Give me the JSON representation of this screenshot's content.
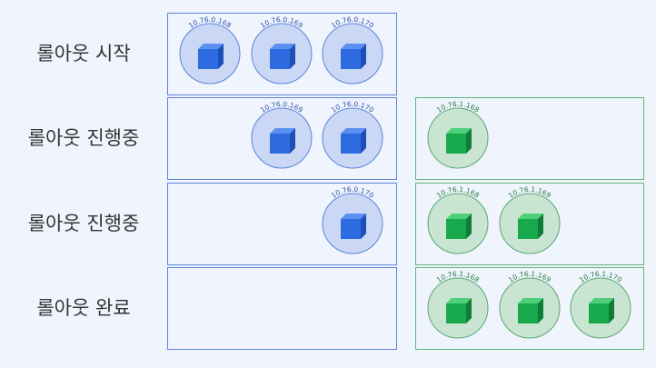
{
  "colors": {
    "background": "#f0f4fd",
    "label_text": "#333333",
    "old_box_border": "#5b84dc",
    "old_pod_fill": "#cad8f6",
    "old_pod_stroke": "#5b84dc",
    "old_cube": "#2f6be0",
    "old_ip_text": "#2b4ea8",
    "new_box_border": "#5db57c",
    "new_pod_fill": "#c9e5d1",
    "new_pod_stroke": "#5aa874",
    "new_cube": "#17a94c",
    "new_ip_text": "#1f7a3e"
  },
  "pod_icon": "cube-icon",
  "rows": [
    {
      "label": "롤아웃 시작",
      "old_pods": [
        {
          "slot": 1,
          "ip": "10.76.0.168"
        },
        {
          "slot": 2,
          "ip": "10.76.0.169"
        },
        {
          "slot": 3,
          "ip": "10.76.0.170"
        }
      ],
      "new_pods": []
    },
    {
      "label": "롤아웃 진행중",
      "old_pods": [
        {
          "slot": 2,
          "ip": "10.76.0.169"
        },
        {
          "slot": 3,
          "ip": "10.76.0.170"
        }
      ],
      "new_pods": [
        {
          "slot": 1,
          "ip": "10.76.1.168"
        }
      ]
    },
    {
      "label": "롤아웃 진행중",
      "old_pods": [
        {
          "slot": 3,
          "ip": "10.76.0.170"
        }
      ],
      "new_pods": [
        {
          "slot": 1,
          "ip": "10.76.1.168"
        },
        {
          "slot": 2,
          "ip": "10.76.1.169"
        }
      ]
    },
    {
      "label": "롤아웃 완료",
      "old_pods": [],
      "new_pods": [
        {
          "slot": 1,
          "ip": "10.76.1.168"
        },
        {
          "slot": 2,
          "ip": "10.76.1.169"
        },
        {
          "slot": 3,
          "ip": "10.76.1.170"
        }
      ]
    }
  ]
}
